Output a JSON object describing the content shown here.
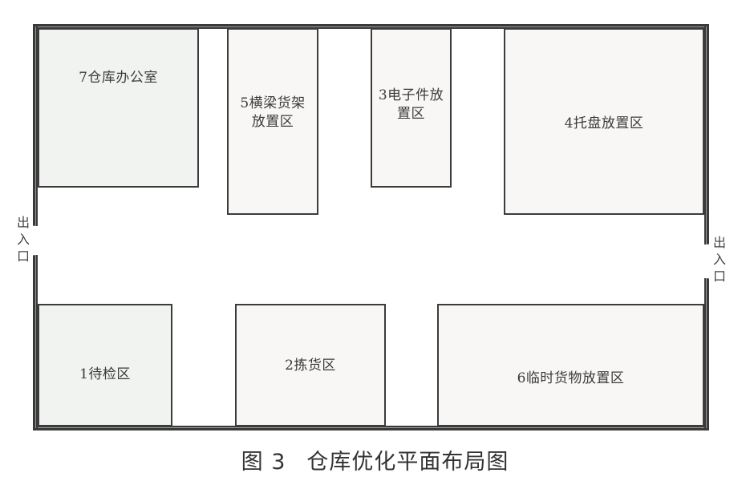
{
  "figure": {
    "caption_prefix": "图 3",
    "caption_title": "仓库优化平面布局图"
  },
  "exits": {
    "left": {
      "label_lines": [
        "出",
        "入",
        "口"
      ]
    },
    "right": {
      "label_lines": [
        "出",
        "入",
        "口"
      ]
    }
  },
  "zones": [
    {
      "id": 7,
      "label_lines": [
        "7仓库办公室"
      ]
    },
    {
      "id": 5,
      "label_lines": [
        "5横梁货架",
        "放置区"
      ]
    },
    {
      "id": 3,
      "label_lines": [
        "3电子件放",
        "置区"
      ]
    },
    {
      "id": 4,
      "label_lines": [
        "4托盘放置区"
      ]
    },
    {
      "id": 1,
      "label_lines": [
        "1待检区"
      ]
    },
    {
      "id": 2,
      "label_lines": [
        "2拣货区"
      ]
    },
    {
      "id": 6,
      "label_lines": [
        "6临时货物放置区"
      ]
    }
  ],
  "colors": {
    "wall": "#3a3a3a",
    "zone_fill": "#f8f7f6",
    "zone_fill_tinted": "#f1f3f1",
    "zone_border": "#3c3c3c"
  }
}
